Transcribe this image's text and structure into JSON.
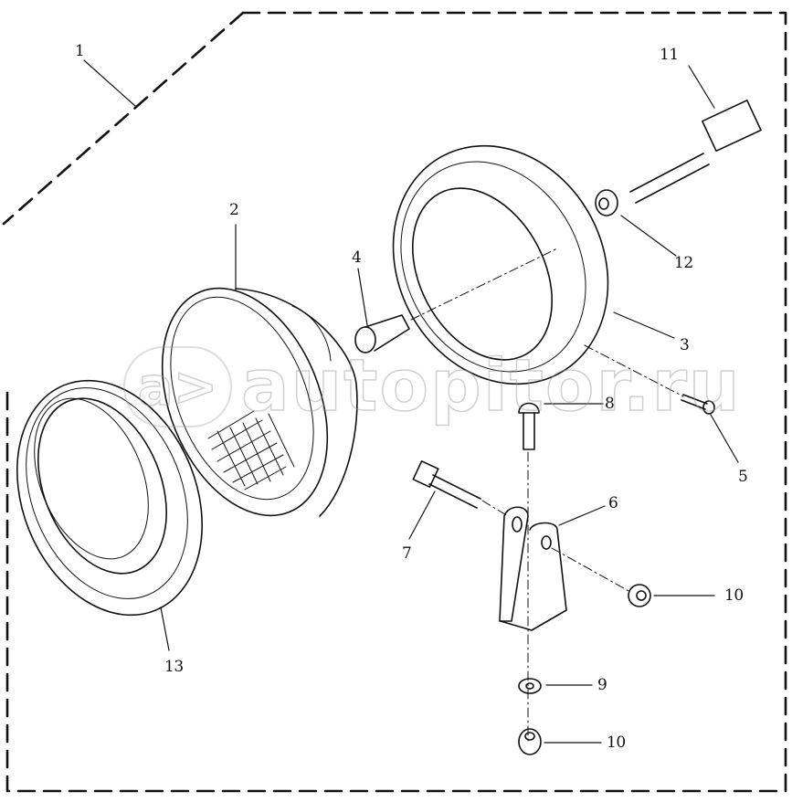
{
  "diagram": {
    "type": "exploded-parts-diagram",
    "subject": "work lamp assembly",
    "colors": {
      "line": "#111111",
      "background": "#ffffff",
      "watermark": "#9a9a9a"
    },
    "border": {
      "style": "dashed"
    },
    "watermark": {
      "logo": "a>",
      "text": "autopitor.ru"
    },
    "callouts": [
      {
        "id": "1",
        "label": "1",
        "part": "lamp-assembly-kit"
      },
      {
        "id": "2",
        "label": "2",
        "part": "lamp-lens-reflector-unit"
      },
      {
        "id": "3",
        "label": "3",
        "part": "lamp-housing"
      },
      {
        "id": "4",
        "label": "4",
        "part": "bulb"
      },
      {
        "id": "5",
        "label": "5",
        "part": "screw"
      },
      {
        "id": "6",
        "label": "6",
        "part": "mounting-bracket"
      },
      {
        "id": "7",
        "label": "7",
        "part": "hex-bolt"
      },
      {
        "id": "8",
        "label": "8",
        "part": "carriage-bolt"
      },
      {
        "id": "9",
        "label": "9",
        "part": "washer"
      },
      {
        "id": "10a",
        "label": "10",
        "part": "lock-nut-side"
      },
      {
        "id": "10b",
        "label": "10",
        "part": "lock-nut-bottom"
      },
      {
        "id": "11",
        "label": "11",
        "part": "connector-harness"
      },
      {
        "id": "12",
        "label": "12",
        "part": "grommet"
      },
      {
        "id": "13",
        "label": "13",
        "part": "retaining-ring"
      }
    ]
  }
}
